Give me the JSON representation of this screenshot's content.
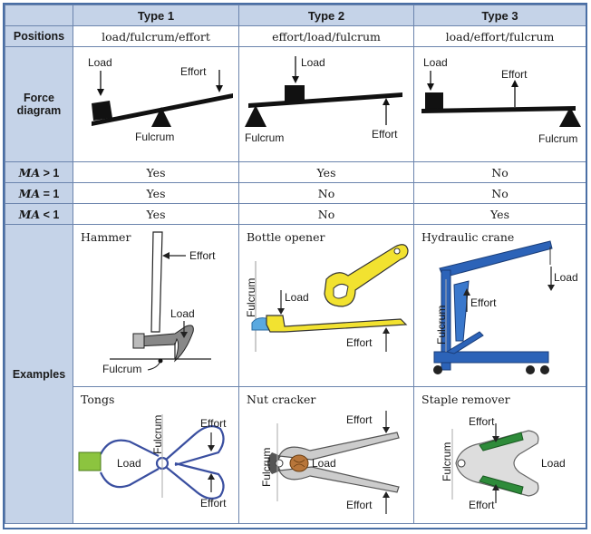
{
  "header": {
    "types": [
      "Type 1",
      "Type 2",
      "Type 3"
    ]
  },
  "rows": {
    "positions": {
      "label": "Positions",
      "values": [
        "load/fulcrum/effort",
        "effort/load/fulcrum",
        "load/effort/fulcrum"
      ]
    },
    "force_diagram": {
      "label_line1": "Force",
      "label_line2": "diagram"
    },
    "ma_gt1": {
      "label_var": "MA",
      "label_op": " > 1",
      "values": [
        "Yes",
        "Yes",
        "No"
      ]
    },
    "ma_eq1": {
      "label_var": "MA",
      "label_op": " = 1",
      "values": [
        "Yes",
        "No",
        "No"
      ]
    },
    "ma_lt1": {
      "label_var": "MA",
      "label_op": " < 1",
      "values": [
        "Yes",
        "No",
        "Yes"
      ]
    },
    "examples": {
      "label": "Examples"
    }
  },
  "diagram_labels": {
    "load": "Load",
    "effort": "Effort",
    "fulcrum": "Fulcrum"
  },
  "examples": {
    "hammer": "Hammer",
    "bottle_opener": "Bottle opener",
    "hydraulic_crane": "Hydraulic crane",
    "tongs": "Tongs",
    "nut_cracker": "Nut cracker",
    "staple_remover": "Staple remover"
  },
  "colors": {
    "header_bg": "#c5d3e8",
    "border": "#6b84ad",
    "lever_dark": "#111111",
    "opener_yellow": "#f2e230",
    "crane_blue": "#2c63b8",
    "tongs_green": "#8cc43f",
    "remover_green": "#2e8b3a"
  }
}
